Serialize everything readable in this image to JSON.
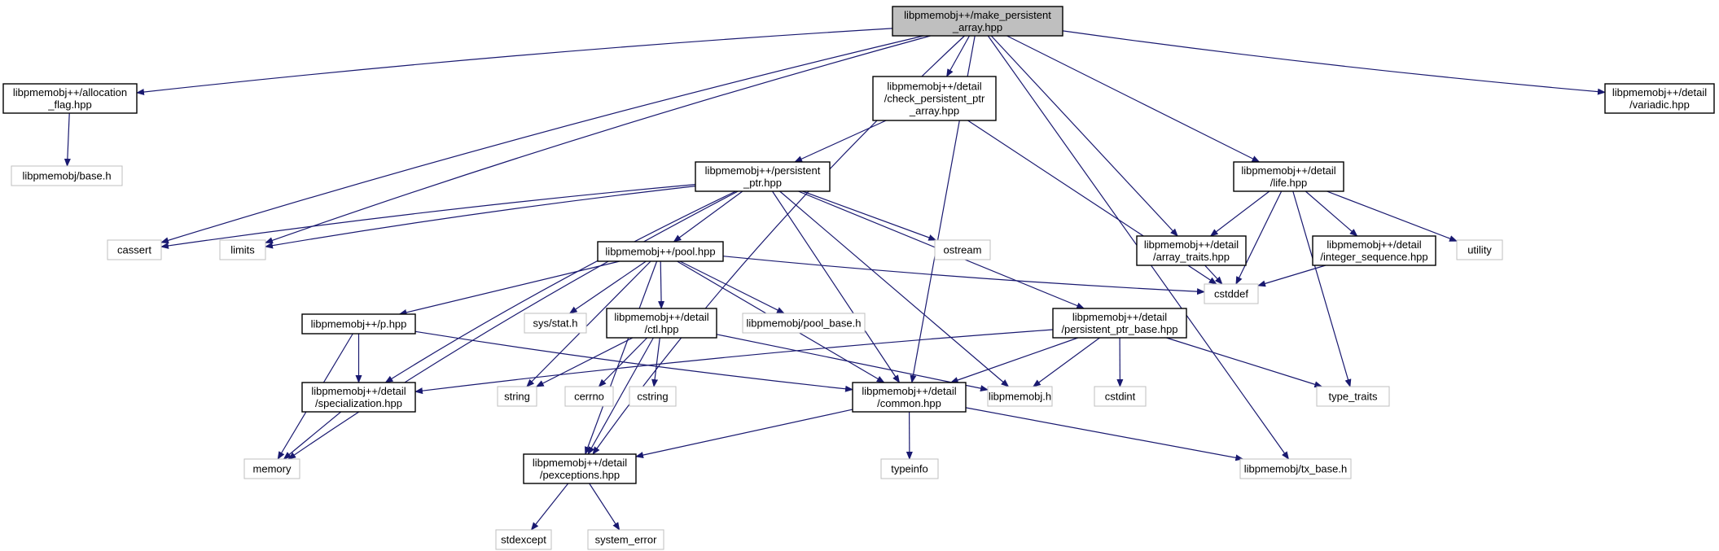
{
  "colors": {
    "edge": "#191970",
    "root_fill": "#bfbfbf",
    "documented_border": "#000000",
    "external_border": "#bfbfbf",
    "background": "#ffffff"
  },
  "nodes": [
    {
      "id": "root",
      "lines": [
        "libpmemobj++/make_persistent",
        "_array.hpp"
      ],
      "kind": "root"
    },
    {
      "id": "allocation_flag",
      "lines": [
        "libpmemobj++/allocation",
        "_flag.hpp"
      ],
      "kind": "documented"
    },
    {
      "id": "base_h",
      "lines": [
        "libpmemobj/base.h"
      ],
      "kind": "external"
    },
    {
      "id": "check_ptr",
      "lines": [
        "libpmemobj++/detail",
        "/check_persistent_ptr",
        "_array.hpp"
      ],
      "kind": "documented"
    },
    {
      "id": "variadic",
      "lines": [
        "libpmemobj++/detail",
        "/variadic.hpp"
      ],
      "kind": "documented"
    },
    {
      "id": "persistent_ptr",
      "lines": [
        "libpmemobj++/persistent",
        "_ptr.hpp"
      ],
      "kind": "documented"
    },
    {
      "id": "life",
      "lines": [
        "libpmemobj++/detail",
        "/life.hpp"
      ],
      "kind": "documented"
    },
    {
      "id": "cassert",
      "lines": [
        "cassert"
      ],
      "kind": "external"
    },
    {
      "id": "limits",
      "lines": [
        "limits"
      ],
      "kind": "external"
    },
    {
      "id": "ostream",
      "lines": [
        "ostream"
      ],
      "kind": "external"
    },
    {
      "id": "array_traits",
      "lines": [
        "libpmemobj++/detail",
        "/array_traits.hpp"
      ],
      "kind": "documented"
    },
    {
      "id": "integer_sequence",
      "lines": [
        "libpmemobj++/detail",
        "/integer_sequence.hpp"
      ],
      "kind": "documented"
    },
    {
      "id": "utility",
      "lines": [
        "utility"
      ],
      "kind": "external"
    },
    {
      "id": "pool",
      "lines": [
        "libpmemobj++/pool.hpp"
      ],
      "kind": "documented"
    },
    {
      "id": "cstddef",
      "lines": [
        "cstddef"
      ],
      "kind": "external"
    },
    {
      "id": "sys_stat",
      "lines": [
        "sys/stat.h"
      ],
      "kind": "external"
    },
    {
      "id": "ctl",
      "lines": [
        "libpmemobj++/detail",
        "/ctl.hpp"
      ],
      "kind": "documented"
    },
    {
      "id": "pool_base",
      "lines": [
        "libpmemobj/pool_base.h"
      ],
      "kind": "external"
    },
    {
      "id": "ptr_base",
      "lines": [
        "libpmemobj++/detail",
        "/persistent_ptr_base.hpp"
      ],
      "kind": "documented"
    },
    {
      "id": "p_hpp",
      "lines": [
        "libpmemobj++/p.hpp"
      ],
      "kind": "documented"
    },
    {
      "id": "specialization",
      "lines": [
        "libpmemobj++/detail",
        "/specialization.hpp"
      ],
      "kind": "documented"
    },
    {
      "id": "string",
      "lines": [
        "string"
      ],
      "kind": "external"
    },
    {
      "id": "cerrno",
      "lines": [
        "cerrno"
      ],
      "kind": "external"
    },
    {
      "id": "cstring",
      "lines": [
        "cstring"
      ],
      "kind": "external"
    },
    {
      "id": "common",
      "lines": [
        "libpmemobj++/detail",
        "/common.hpp"
      ],
      "kind": "documented"
    },
    {
      "id": "libpmemobj_h",
      "lines": [
        "libpmemobj.h"
      ],
      "kind": "external"
    },
    {
      "id": "cstdint",
      "lines": [
        "cstdint"
      ],
      "kind": "external"
    },
    {
      "id": "type_traits",
      "lines": [
        "type_traits"
      ],
      "kind": "external"
    },
    {
      "id": "memory",
      "lines": [
        "memory"
      ],
      "kind": "external"
    },
    {
      "id": "pexceptions",
      "lines": [
        "libpmemobj++/detail",
        "/pexceptions.hpp"
      ],
      "kind": "documented"
    },
    {
      "id": "typeinfo",
      "lines": [
        "typeinfo"
      ],
      "kind": "external"
    },
    {
      "id": "tx_base",
      "lines": [
        "libpmemobj/tx_base.h"
      ],
      "kind": "external"
    },
    {
      "id": "stdexcept",
      "lines": [
        "stdexcept"
      ],
      "kind": "external"
    },
    {
      "id": "system_error",
      "lines": [
        "system_error"
      ],
      "kind": "external"
    }
  ],
  "edges": [
    [
      "root",
      "allocation_flag"
    ],
    [
      "root",
      "check_ptr"
    ],
    [
      "root",
      "variadic"
    ],
    [
      "root",
      "life"
    ],
    [
      "root",
      "cassert"
    ],
    [
      "root",
      "limits"
    ],
    [
      "root",
      "array_traits"
    ],
    [
      "root",
      "common"
    ],
    [
      "root",
      "pexceptions"
    ],
    [
      "root",
      "tx_base"
    ],
    [
      "allocation_flag",
      "base_h"
    ],
    [
      "check_ptr",
      "persistent_ptr"
    ],
    [
      "check_ptr",
      "cstddef"
    ],
    [
      "persistent_ptr",
      "cassert"
    ],
    [
      "persistent_ptr",
      "limits"
    ],
    [
      "persistent_ptr",
      "ostream"
    ],
    [
      "persistent_ptr",
      "pool"
    ],
    [
      "persistent_ptr",
      "ptr_base"
    ],
    [
      "persistent_ptr",
      "specialization"
    ],
    [
      "persistent_ptr",
      "common"
    ],
    [
      "persistent_ptr",
      "libpmemobj_h"
    ],
    [
      "persistent_ptr",
      "memory"
    ],
    [
      "life",
      "array_traits"
    ],
    [
      "life",
      "integer_sequence"
    ],
    [
      "life",
      "utility"
    ],
    [
      "life",
      "cstddef"
    ],
    [
      "life",
      "type_traits"
    ],
    [
      "array_traits",
      "cstddef"
    ],
    [
      "integer_sequence",
      "cstddef"
    ],
    [
      "pool",
      "sys_stat"
    ],
    [
      "pool",
      "ctl"
    ],
    [
      "pool",
      "pool_base"
    ],
    [
      "pool",
      "p_hpp"
    ],
    [
      "pool",
      "string"
    ],
    [
      "pool",
      "cstddef"
    ],
    [
      "pool",
      "common"
    ],
    [
      "pool",
      "pexceptions"
    ],
    [
      "ctl",
      "string"
    ],
    [
      "ctl",
      "cerrno"
    ],
    [
      "ctl",
      "cstring"
    ],
    [
      "ctl",
      "libpmemobj_h"
    ],
    [
      "ctl",
      "pexceptions"
    ],
    [
      "p_hpp",
      "specialization"
    ],
    [
      "p_hpp",
      "common"
    ],
    [
      "p_hpp",
      "memory"
    ],
    [
      "ptr_base",
      "specialization"
    ],
    [
      "ptr_base",
      "common"
    ],
    [
      "ptr_base",
      "libpmemobj_h"
    ],
    [
      "ptr_base",
      "cstdint"
    ],
    [
      "ptr_base",
      "type_traits"
    ],
    [
      "specialization",
      "memory"
    ],
    [
      "common",
      "pexceptions"
    ],
    [
      "common",
      "typeinfo"
    ],
    [
      "common",
      "tx_base"
    ],
    [
      "pexceptions",
      "stdexcept"
    ],
    [
      "pexceptions",
      "system_error"
    ]
  ]
}
